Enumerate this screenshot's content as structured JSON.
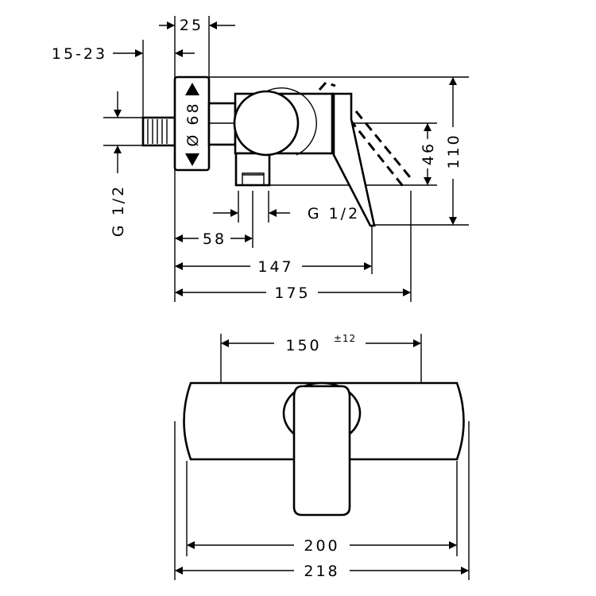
{
  "side_view": {
    "dim_escutcheon_depth": "25",
    "dim_wall_range": "15-23",
    "dim_escutcheon_diameter": "Ø 68",
    "dim_inlet_thread": "G 1/2",
    "dim_outlet_thread": "G 1/2",
    "dim_outlet_offset": "58",
    "dim_lever_tip": "147",
    "dim_total_depth": "175",
    "dim_outlet_height": "46",
    "dim_total_height": "110"
  },
  "front_view": {
    "dim_center_distance": "150",
    "dim_center_tolerance": "±12",
    "dim_body_width": "200",
    "dim_total_width": "218"
  }
}
